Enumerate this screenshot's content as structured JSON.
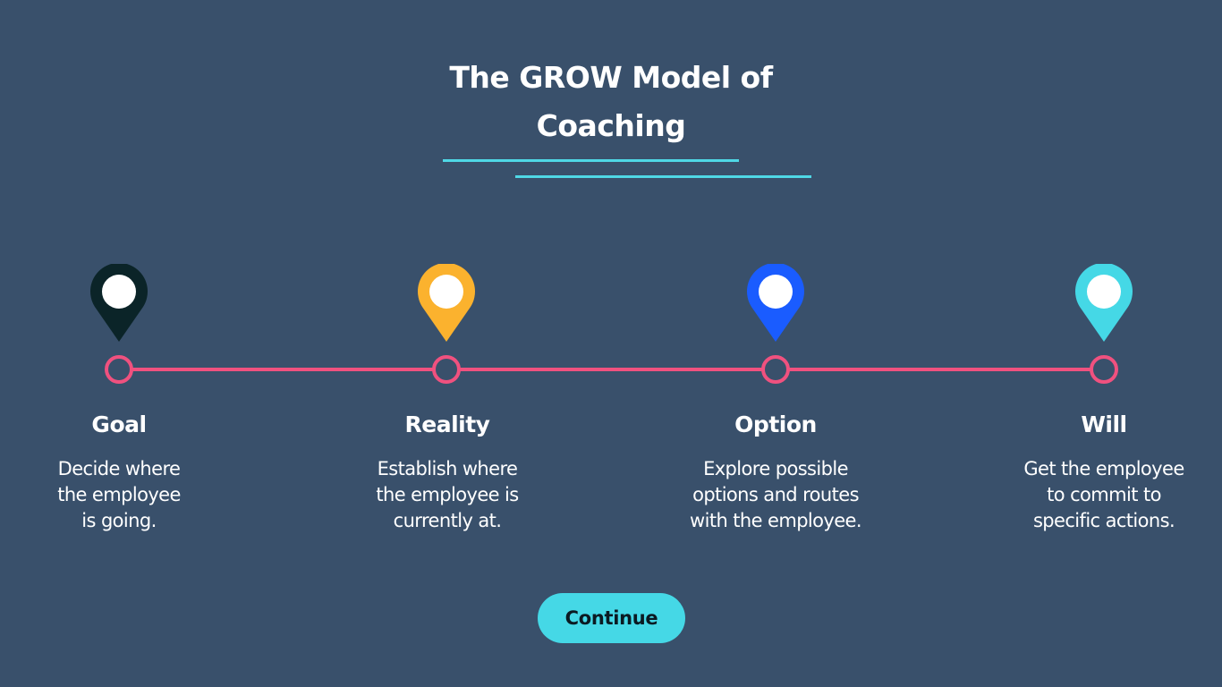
{
  "title": {
    "line1": "The GROW Model of",
    "line2": "Coaching"
  },
  "steps": [
    {
      "title": "Goal",
      "desc_lines": [
        "Decide where",
        "the employee",
        "is going."
      ],
      "pin_color": "#0b2428",
      "icon": "location-pin-icon"
    },
    {
      "title": "Reality",
      "desc_lines": [
        "Establish where",
        "the employee is",
        "currently at."
      ],
      "pin_color": "#fbb22e",
      "icon": "location-pin-icon"
    },
    {
      "title": "Option",
      "desc_lines": [
        "Explore possible",
        "options and routes",
        "with the employee."
      ],
      "pin_color": "#1a5cff",
      "icon": "location-pin-icon"
    },
    {
      "title": "Will",
      "desc_lines": [
        "Get the employee",
        "to commit to",
        "specific actions."
      ],
      "pin_color": "#45d8e6",
      "icon": "location-pin-icon"
    }
  ],
  "continue_label": "Continue",
  "colors": {
    "background": "#39506b",
    "accent_line": "#4fd8e6",
    "timeline": "#f0517f",
    "button": "#45d8e6"
  }
}
